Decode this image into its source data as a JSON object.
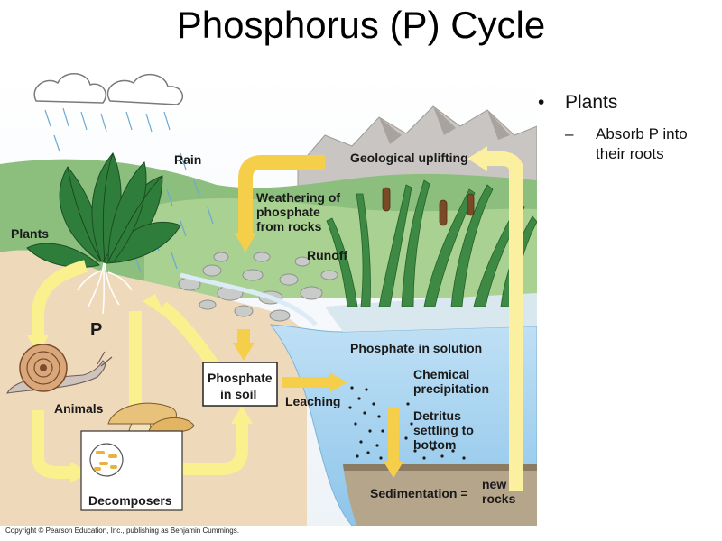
{
  "title": "Phosphorus (P) Cycle",
  "labels": {
    "rain": "Rain",
    "geological_uplifting": "Geological uplifting",
    "weathering_line1": "Weathering of",
    "weathering_line2": "phosphate",
    "weathering_line3": "from rocks",
    "runoff": "Runoff",
    "plants": "Plants",
    "p": "P",
    "animals": "Animals",
    "phosphate_in_soil_line1": "Phosphate",
    "phosphate_in_soil_line2": "in soil",
    "leaching": "Leaching",
    "phosphate_in_solution": "Phosphate in solution",
    "chemical_line1": "Chemical",
    "chemical_line2": "precipitation",
    "detritus_line1": "Detritus",
    "detritus_line2": "settling to",
    "detritus_line3": "bottom",
    "decomposers": "Decomposers",
    "sedimentation": "Sedimentation =",
    "new_rocks_line1": "new",
    "new_rocks_line2": "rocks"
  },
  "bullets": [
    {
      "text": "Plants",
      "sub": [
        {
          "text_line1": "Absorb P into",
          "text_line2": "their roots"
        }
      ]
    }
  ],
  "copyright": "Copyright © Pearson Education, Inc., publishing as Benjamin Cummings.",
  "colors": {
    "arrow": "#f6cf4a",
    "arrow_light": "#fbf08e",
    "soil": "#efd8b8",
    "water": "#a9d4ef",
    "mountain": "#c9c6c3",
    "plant": "#2f7d3a"
  }
}
